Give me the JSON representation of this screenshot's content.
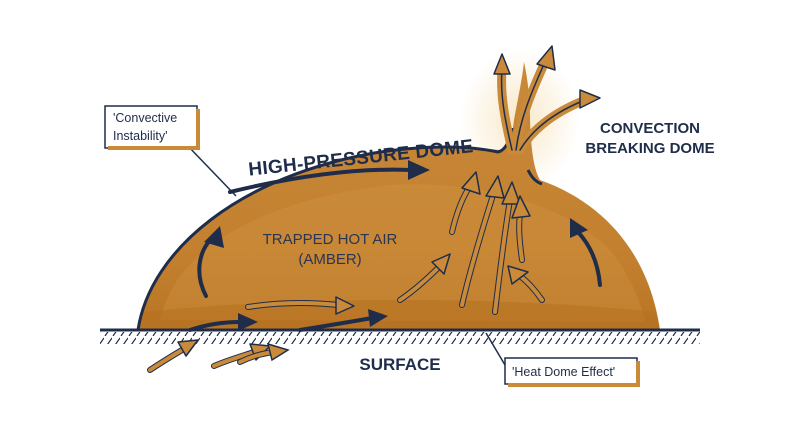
{
  "dome_label": "HIGH-PRESSURE DOME",
  "inner_label_line1": "TRAPPED HOT AIR",
  "inner_label_line2": "(AMBER)",
  "breaking_label_line1": "CONVECTION",
  "breaking_label_line2": "BREAKING DOME",
  "surface_label": "SURFACE",
  "callout_convective_line1": "'Convective",
  "callout_convective_line2": "Instability'",
  "callout_heat_dome": "'Heat Dome Effect'",
  "colors": {
    "dome_fill": "#c98a3a",
    "dome_outline": "#1f2d4a",
    "navy_arrow": "#1f2d4a",
    "amber_arrow": "#c98a3a",
    "plume_highlight": "#f6e0b8"
  }
}
